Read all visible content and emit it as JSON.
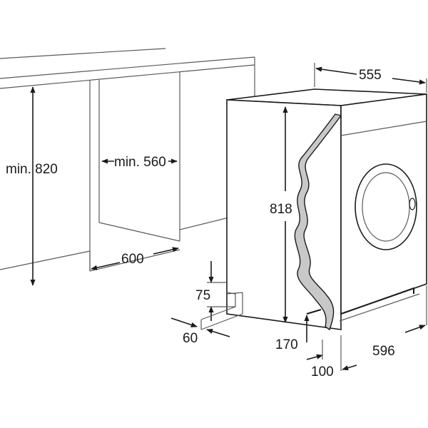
{
  "dimensions": {
    "cabinet_height": "min. 820",
    "niche_width": "min. 560",
    "cabinet_depth": "600",
    "machine_width": "555",
    "machine_height": "818",
    "plinth_height": "75",
    "plinth_setback": "60",
    "foot_height": "170",
    "machine_depth": "596",
    "foot_setback": "100"
  },
  "colors": {
    "line": "#1a1a1a",
    "thin_line": "#5a5a5a",
    "door_fill": "#c8c8c8",
    "door_stroke": "#1a1a1a",
    "background": "#ffffff"
  }
}
